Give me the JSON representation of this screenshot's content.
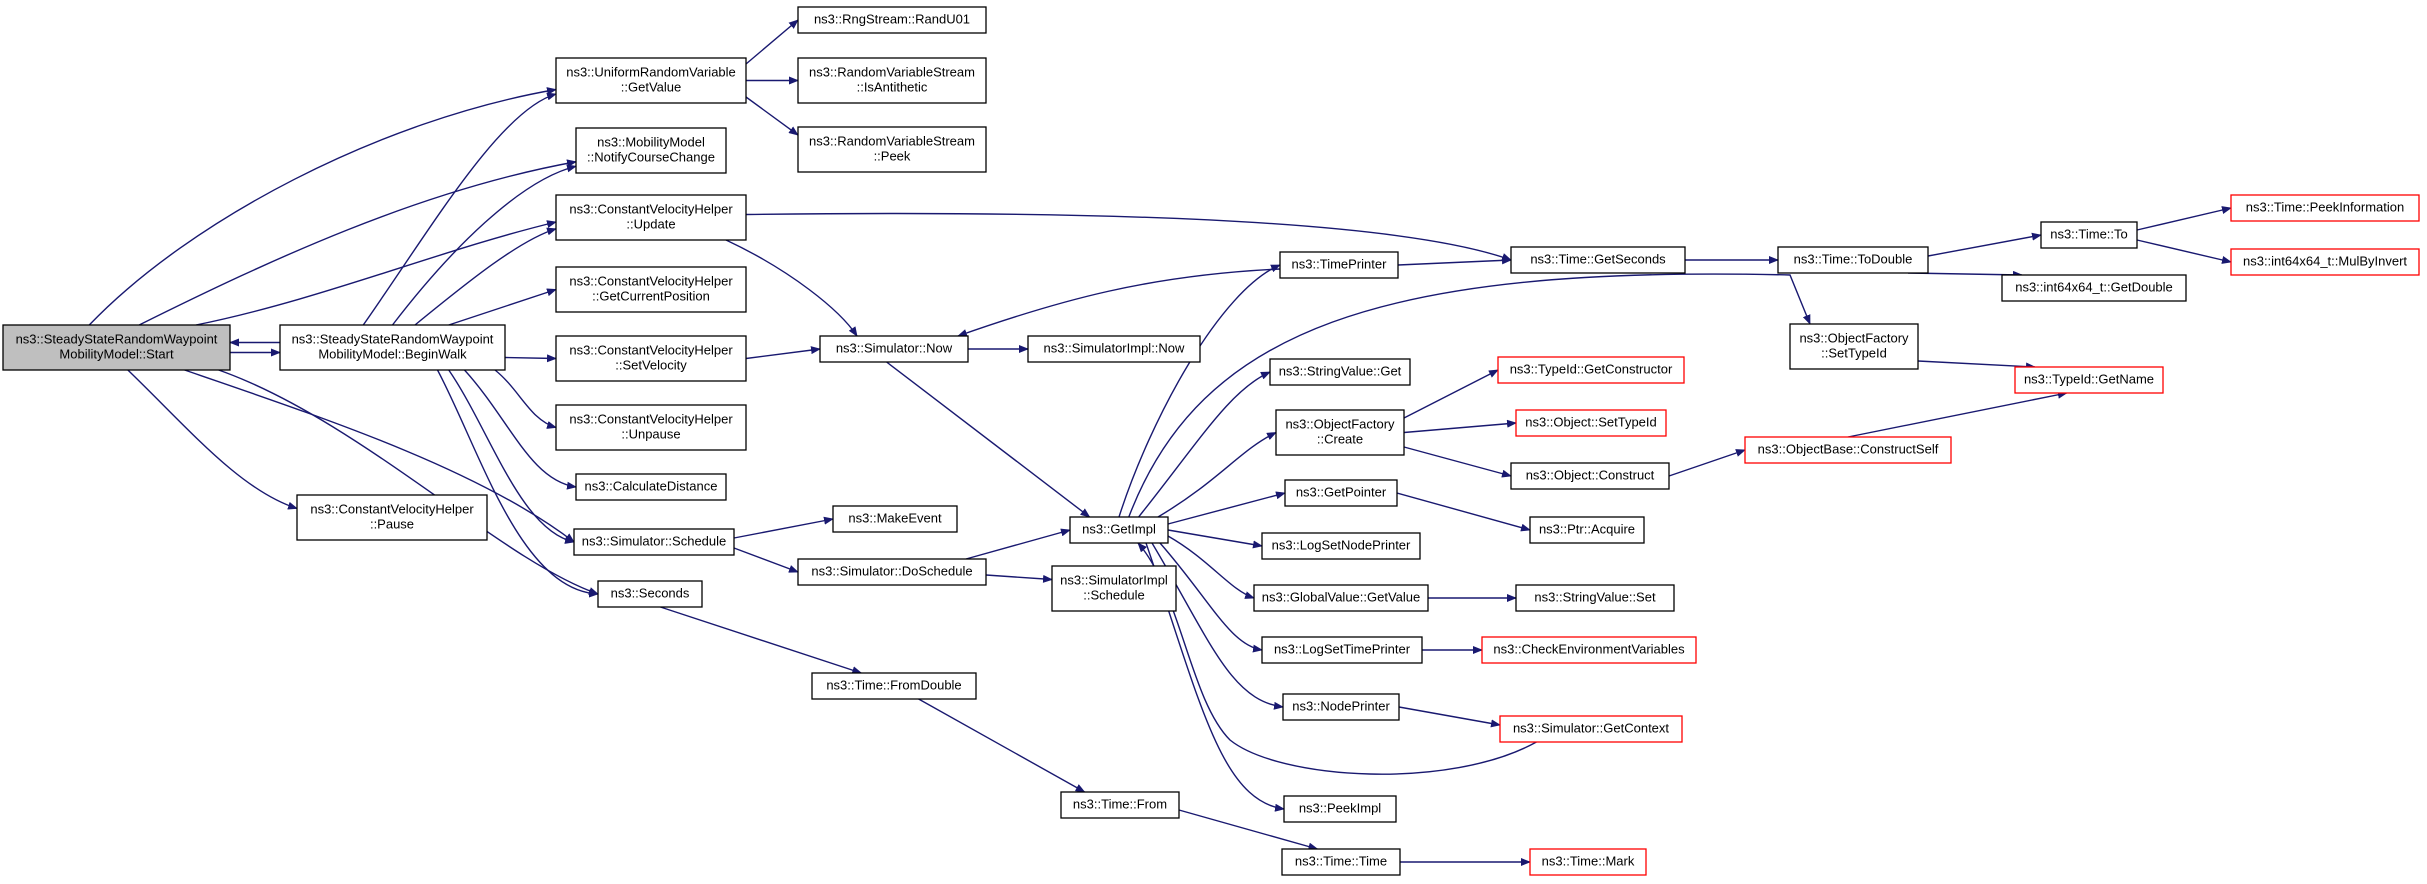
{
  "graph": {
    "colors": {
      "edge": "#191970",
      "node_border": "#000000",
      "truncated_border": "#ff0000",
      "current_fill": "#bfbfbf",
      "node_fill": "#ffffff"
    },
    "nodes": [
      {
        "id": "start",
        "lines": [
          "ns3::SteadyStateRandomWaypoint",
          "MobilityModel::Start"
        ],
        "style": "current"
      },
      {
        "id": "beginwalk",
        "lines": [
          "ns3::SteadyStateRandomWaypoint",
          "MobilityModel::BeginWalk"
        ],
        "style": "normal"
      },
      {
        "id": "pause",
        "lines": [
          "ns3::ConstantVelocityHelper",
          "::Pause"
        ],
        "style": "normal"
      },
      {
        "id": "urv_getvalue",
        "lines": [
          "ns3::UniformRandomVariable",
          "::GetValue"
        ],
        "style": "normal"
      },
      {
        "id": "notify",
        "lines": [
          "ns3::MobilityModel",
          "::NotifyCourseChange"
        ],
        "style": "normal"
      },
      {
        "id": "cvh_update",
        "lines": [
          "ns3::ConstantVelocityHelper",
          "::Update"
        ],
        "style": "normal"
      },
      {
        "id": "cvh_getpos",
        "lines": [
          "ns3::ConstantVelocityHelper",
          "::GetCurrentPosition"
        ],
        "style": "normal"
      },
      {
        "id": "cvh_setvel",
        "lines": [
          "ns3::ConstantVelocityHelper",
          "::SetVelocity"
        ],
        "style": "normal"
      },
      {
        "id": "cvh_unpause",
        "lines": [
          "ns3::ConstantVelocityHelper",
          "::Unpause"
        ],
        "style": "normal"
      },
      {
        "id": "calcdist",
        "lines": [
          "ns3::CalculateDistance"
        ],
        "style": "normal"
      },
      {
        "id": "sim_schedule",
        "lines": [
          "ns3::Simulator::Schedule"
        ],
        "style": "normal"
      },
      {
        "id": "seconds",
        "lines": [
          "ns3::Seconds"
        ],
        "style": "normal"
      },
      {
        "id": "randu01",
        "lines": [
          "ns3::RngStream::RandU01"
        ],
        "style": "normal"
      },
      {
        "id": "isantithetic",
        "lines": [
          "ns3::RandomVariableStream",
          "::IsAntithetic"
        ],
        "style": "normal"
      },
      {
        "id": "peek",
        "lines": [
          "ns3::RandomVariableStream",
          "::Peek"
        ],
        "style": "normal"
      },
      {
        "id": "sim_now",
        "lines": [
          "ns3::Simulator::Now"
        ],
        "style": "normal"
      },
      {
        "id": "simimpl_now",
        "lines": [
          "ns3::SimulatorImpl::Now"
        ],
        "style": "normal"
      },
      {
        "id": "makeevent",
        "lines": [
          "ns3::MakeEvent"
        ],
        "style": "normal"
      },
      {
        "id": "doschedule",
        "lines": [
          "ns3::Simulator::DoSchedule"
        ],
        "style": "normal"
      },
      {
        "id": "simimpl_schedule",
        "lines": [
          "ns3::SimulatorImpl",
          "::Schedule"
        ],
        "style": "normal"
      },
      {
        "id": "fromdouble",
        "lines": [
          "ns3::Time::FromDouble"
        ],
        "style": "normal"
      },
      {
        "id": "time_from",
        "lines": [
          "ns3::Time::From"
        ],
        "style": "normal"
      },
      {
        "id": "getimpl",
        "lines": [
          "ns3::GetImpl"
        ],
        "style": "normal"
      },
      {
        "id": "timeprinter",
        "lines": [
          "ns3::TimePrinter"
        ],
        "style": "normal"
      },
      {
        "id": "sv_get",
        "lines": [
          "ns3::StringValue::Get"
        ],
        "style": "normal"
      },
      {
        "id": "of_create",
        "lines": [
          "ns3::ObjectFactory",
          "::Create"
        ],
        "style": "normal"
      },
      {
        "id": "getpointer",
        "lines": [
          "ns3::GetPointer"
        ],
        "style": "normal"
      },
      {
        "id": "logsetnode",
        "lines": [
          "ns3::LogSetNodePrinter"
        ],
        "style": "normal"
      },
      {
        "id": "gv_getvalue",
        "lines": [
          "ns3::GlobalValue::GetValue"
        ],
        "style": "normal"
      },
      {
        "id": "logsettime",
        "lines": [
          "ns3::LogSetTimePrinter"
        ],
        "style": "normal"
      },
      {
        "id": "nodeprinter",
        "lines": [
          "ns3::NodePrinter"
        ],
        "style": "normal"
      },
      {
        "id": "peekimpl",
        "lines": [
          "ns3::PeekImpl"
        ],
        "style": "normal"
      },
      {
        "id": "time_time",
        "lines": [
          "ns3::Time::Time"
        ],
        "style": "normal"
      },
      {
        "id": "getseconds",
        "lines": [
          "ns3::Time::GetSeconds"
        ],
        "style": "normal"
      },
      {
        "id": "todouble",
        "lines": [
          "ns3::Time::ToDouble"
        ],
        "style": "normal"
      },
      {
        "id": "time_to",
        "lines": [
          "ns3::Time::To"
        ],
        "style": "normal"
      },
      {
        "id": "peekinfo",
        "lines": [
          "ns3::Time::PeekInformation"
        ],
        "style": "truncated"
      },
      {
        "id": "mulbyinvert",
        "lines": [
          "ns3::int64x64_t::MulByInvert"
        ],
        "style": "truncated"
      },
      {
        "id": "getdouble",
        "lines": [
          "ns3::int64x64_t::GetDouble"
        ],
        "style": "normal"
      },
      {
        "id": "of_settypeid",
        "lines": [
          "ns3::ObjectFactory",
          "::SetTypeId"
        ],
        "style": "normal"
      },
      {
        "id": "typeid_getname",
        "lines": [
          "ns3::TypeId::GetName"
        ],
        "style": "truncated"
      },
      {
        "id": "typeid_getctor",
        "lines": [
          "ns3::TypeId::GetConstructor"
        ],
        "style": "truncated"
      },
      {
        "id": "obj_settypeid",
        "lines": [
          "ns3::Object::SetTypeId"
        ],
        "style": "truncated"
      },
      {
        "id": "obj_construct",
        "lines": [
          "ns3::Object::Construct"
        ],
        "style": "normal"
      },
      {
        "id": "constructself",
        "lines": [
          "ns3::ObjectBase::ConstructSelf"
        ],
        "style": "truncated"
      },
      {
        "id": "ptr_acquire",
        "lines": [
          "ns3::Ptr::Acquire"
        ],
        "style": "normal"
      },
      {
        "id": "sv_set",
        "lines": [
          "ns3::StringValue::Set"
        ],
        "style": "normal"
      },
      {
        "id": "checkenv",
        "lines": [
          "ns3::CheckEnvironmentVariables"
        ],
        "style": "truncated"
      },
      {
        "id": "getcontext",
        "lines": [
          "ns3::Simulator::GetContext"
        ],
        "style": "truncated"
      },
      {
        "id": "time_mark",
        "lines": [
          "ns3::Time::Mark"
        ],
        "style": "truncated"
      }
    ],
    "edges": [
      {
        "from": "start",
        "to": "beginwalk"
      },
      {
        "from": "start",
        "to": "pause"
      },
      {
        "from": "start",
        "to": "urv_getvalue"
      },
      {
        "from": "start",
        "to": "notify"
      },
      {
        "from": "start",
        "to": "cvh_update"
      },
      {
        "from": "start",
        "to": "sim_schedule"
      },
      {
        "from": "start",
        "to": "seconds"
      },
      {
        "from": "beginwalk",
        "to": "start"
      },
      {
        "from": "beginwalk",
        "to": "urv_getvalue"
      },
      {
        "from": "beginwalk",
        "to": "notify"
      },
      {
        "from": "beginwalk",
        "to": "cvh_update"
      },
      {
        "from": "beginwalk",
        "to": "cvh_getpos"
      },
      {
        "from": "beginwalk",
        "to": "cvh_setvel"
      },
      {
        "from": "beginwalk",
        "to": "cvh_unpause"
      },
      {
        "from": "beginwalk",
        "to": "calcdist"
      },
      {
        "from": "beginwalk",
        "to": "sim_schedule"
      },
      {
        "from": "beginwalk",
        "to": "seconds"
      },
      {
        "from": "urv_getvalue",
        "to": "randu01"
      },
      {
        "from": "urv_getvalue",
        "to": "isantithetic"
      },
      {
        "from": "urv_getvalue",
        "to": "peek"
      },
      {
        "from": "cvh_update",
        "to": "sim_now"
      },
      {
        "from": "cvh_update",
        "to": "getseconds"
      },
      {
        "from": "cvh_setvel",
        "to": "sim_now"
      },
      {
        "from": "sim_schedule",
        "to": "makeevent"
      },
      {
        "from": "sim_schedule",
        "to": "doschedule"
      },
      {
        "from": "seconds",
        "to": "fromdouble"
      },
      {
        "from": "sim_now",
        "to": "simimpl_now"
      },
      {
        "from": "sim_now",
        "to": "getimpl"
      },
      {
        "from": "doschedule",
        "to": "getimpl"
      },
      {
        "from": "doschedule",
        "to": "simimpl_schedule"
      },
      {
        "from": "fromdouble",
        "to": "time_from"
      },
      {
        "from": "time_from",
        "to": "time_time"
      },
      {
        "from": "getimpl",
        "to": "timeprinter"
      },
      {
        "from": "getimpl",
        "to": "of_settypeid"
      },
      {
        "from": "getimpl",
        "to": "sv_get"
      },
      {
        "from": "getimpl",
        "to": "of_create"
      },
      {
        "from": "getimpl",
        "to": "getpointer"
      },
      {
        "from": "getimpl",
        "to": "logsetnode"
      },
      {
        "from": "getimpl",
        "to": "gv_getvalue"
      },
      {
        "from": "getimpl",
        "to": "logsettime"
      },
      {
        "from": "getimpl",
        "to": "nodeprinter"
      },
      {
        "from": "getimpl",
        "to": "peekimpl"
      },
      {
        "from": "timeprinter",
        "to": "sim_now"
      },
      {
        "from": "timeprinter",
        "to": "getseconds"
      },
      {
        "from": "of_create",
        "to": "typeid_getctor"
      },
      {
        "from": "of_create",
        "to": "obj_settypeid"
      },
      {
        "from": "of_create",
        "to": "obj_construct"
      },
      {
        "from": "getpointer",
        "to": "ptr_acquire"
      },
      {
        "from": "gv_getvalue",
        "to": "sv_set"
      },
      {
        "from": "logsettime",
        "to": "checkenv"
      },
      {
        "from": "nodeprinter",
        "to": "getcontext"
      },
      {
        "from": "getcontext",
        "to": "getimpl"
      },
      {
        "from": "time_time",
        "to": "time_mark"
      },
      {
        "from": "getseconds",
        "to": "todouble"
      },
      {
        "from": "todouble",
        "to": "time_to"
      },
      {
        "from": "todouble",
        "to": "getdouble"
      },
      {
        "from": "time_to",
        "to": "peekinfo"
      },
      {
        "from": "time_to",
        "to": "mulbyinvert"
      },
      {
        "from": "of_settypeid",
        "to": "typeid_getname"
      },
      {
        "from": "obj_construct",
        "to": "constructself"
      },
      {
        "from": "constructself",
        "to": "typeid_getname"
      }
    ]
  }
}
